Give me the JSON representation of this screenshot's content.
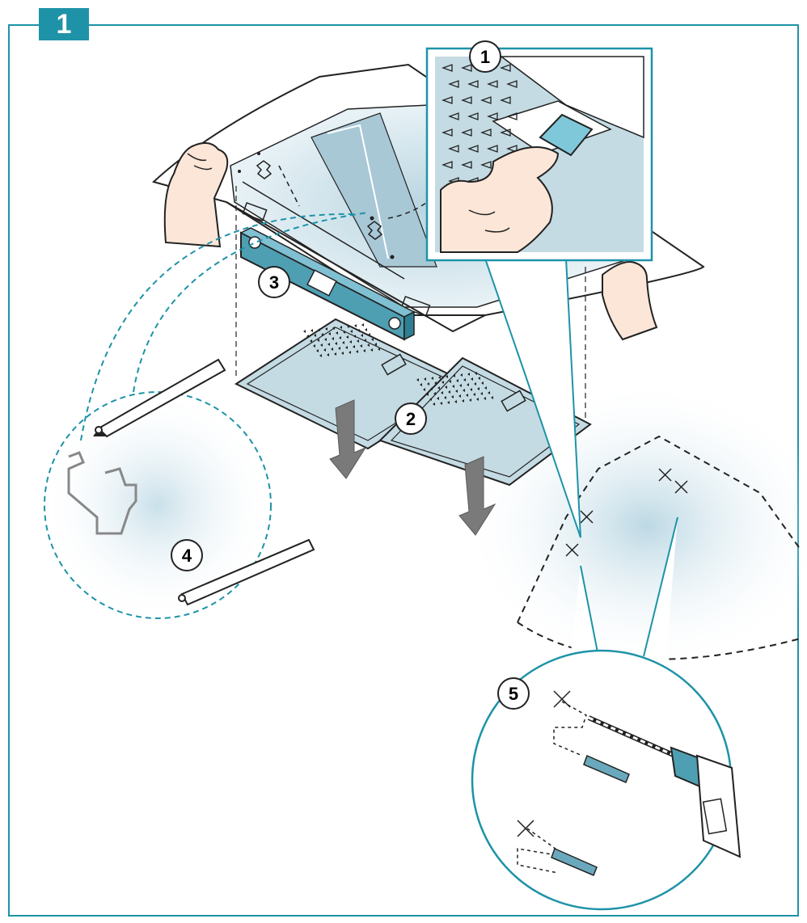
{
  "step": {
    "number": "1"
  },
  "callouts": [
    {
      "id": "1",
      "label": "1"
    },
    {
      "id": "2",
      "label": "2"
    },
    {
      "id": "3",
      "label": "3"
    },
    {
      "id": "4",
      "label": "4"
    },
    {
      "id": "5",
      "label": "5"
    }
  ],
  "colors": {
    "accent": "#1e93a8",
    "panel_fill": "#c4dbe3",
    "bracket": "#4f9fb3",
    "glow": "#d3e6ee",
    "outline": "#222222"
  },
  "icons": [
    "hand-icon",
    "pencil-icon",
    "drill-icon",
    "wall-plug-icon",
    "arrow-down-icon"
  ]
}
